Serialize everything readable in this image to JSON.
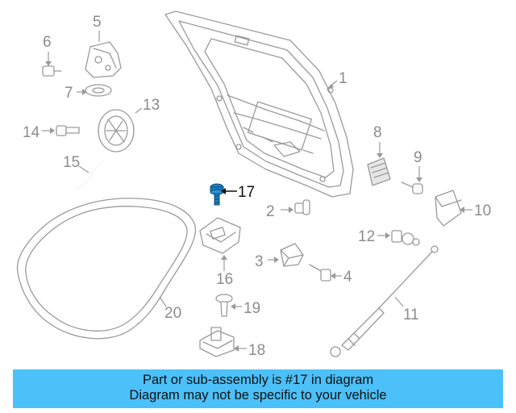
{
  "diagram": {
    "callouts": [
      "1",
      "2",
      "3",
      "4",
      "5",
      "6",
      "7",
      "8",
      "9",
      "10",
      "11",
      "12",
      "13",
      "14",
      "15",
      "16",
      "17",
      "18",
      "19",
      "20"
    ],
    "highlighted_part": "17",
    "highlight_color": "#1a7fc0",
    "line_color": "#9a9a9a"
  },
  "banner": {
    "line1": "Part or sub-assembly is #17 in diagram",
    "line2": "Diagram may not be specific to your vehicle",
    "color": "#4cc0f8"
  }
}
